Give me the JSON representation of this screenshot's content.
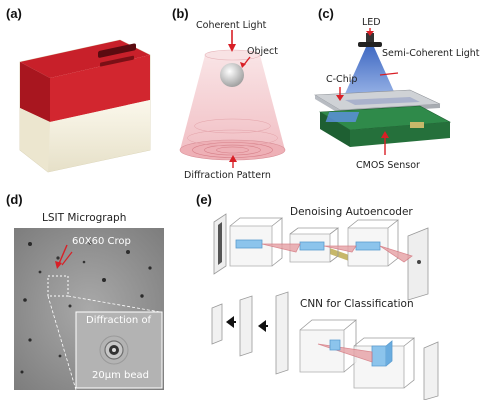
{
  "panels": {
    "a": {
      "label": "(a)"
    },
    "b": {
      "label": "(b)",
      "coherent_light": "Coherent Light",
      "object": "Object",
      "diffraction_pattern": "Diffraction Pattern"
    },
    "c": {
      "label": "(c)",
      "led": "LED",
      "semi_coherent_light": "Semi-Coherent Light",
      "c_chip": "C-Chip",
      "cmos_sensor": "CMOS Sensor"
    },
    "d": {
      "label": "(d)",
      "micrograph": "LSIT Micrograph",
      "crop": "60X60 Crop",
      "inset_line1": "Diffraction of",
      "inset_line2": "20µm bead"
    },
    "e": {
      "label": "(e)",
      "autoencoder": "Denoising Autoencoder",
      "cnn": "CNN for Classification"
    }
  },
  "colors": {
    "device_red": "#c8202a",
    "device_cream": "#f3efdf",
    "arrow_red": "#d81f26",
    "cone_pink": "#f2c4c8",
    "led_blue": "#4a78c8",
    "chip_green": "#2f8a4a",
    "micrograph_gray": "#8e8e8e"
  }
}
